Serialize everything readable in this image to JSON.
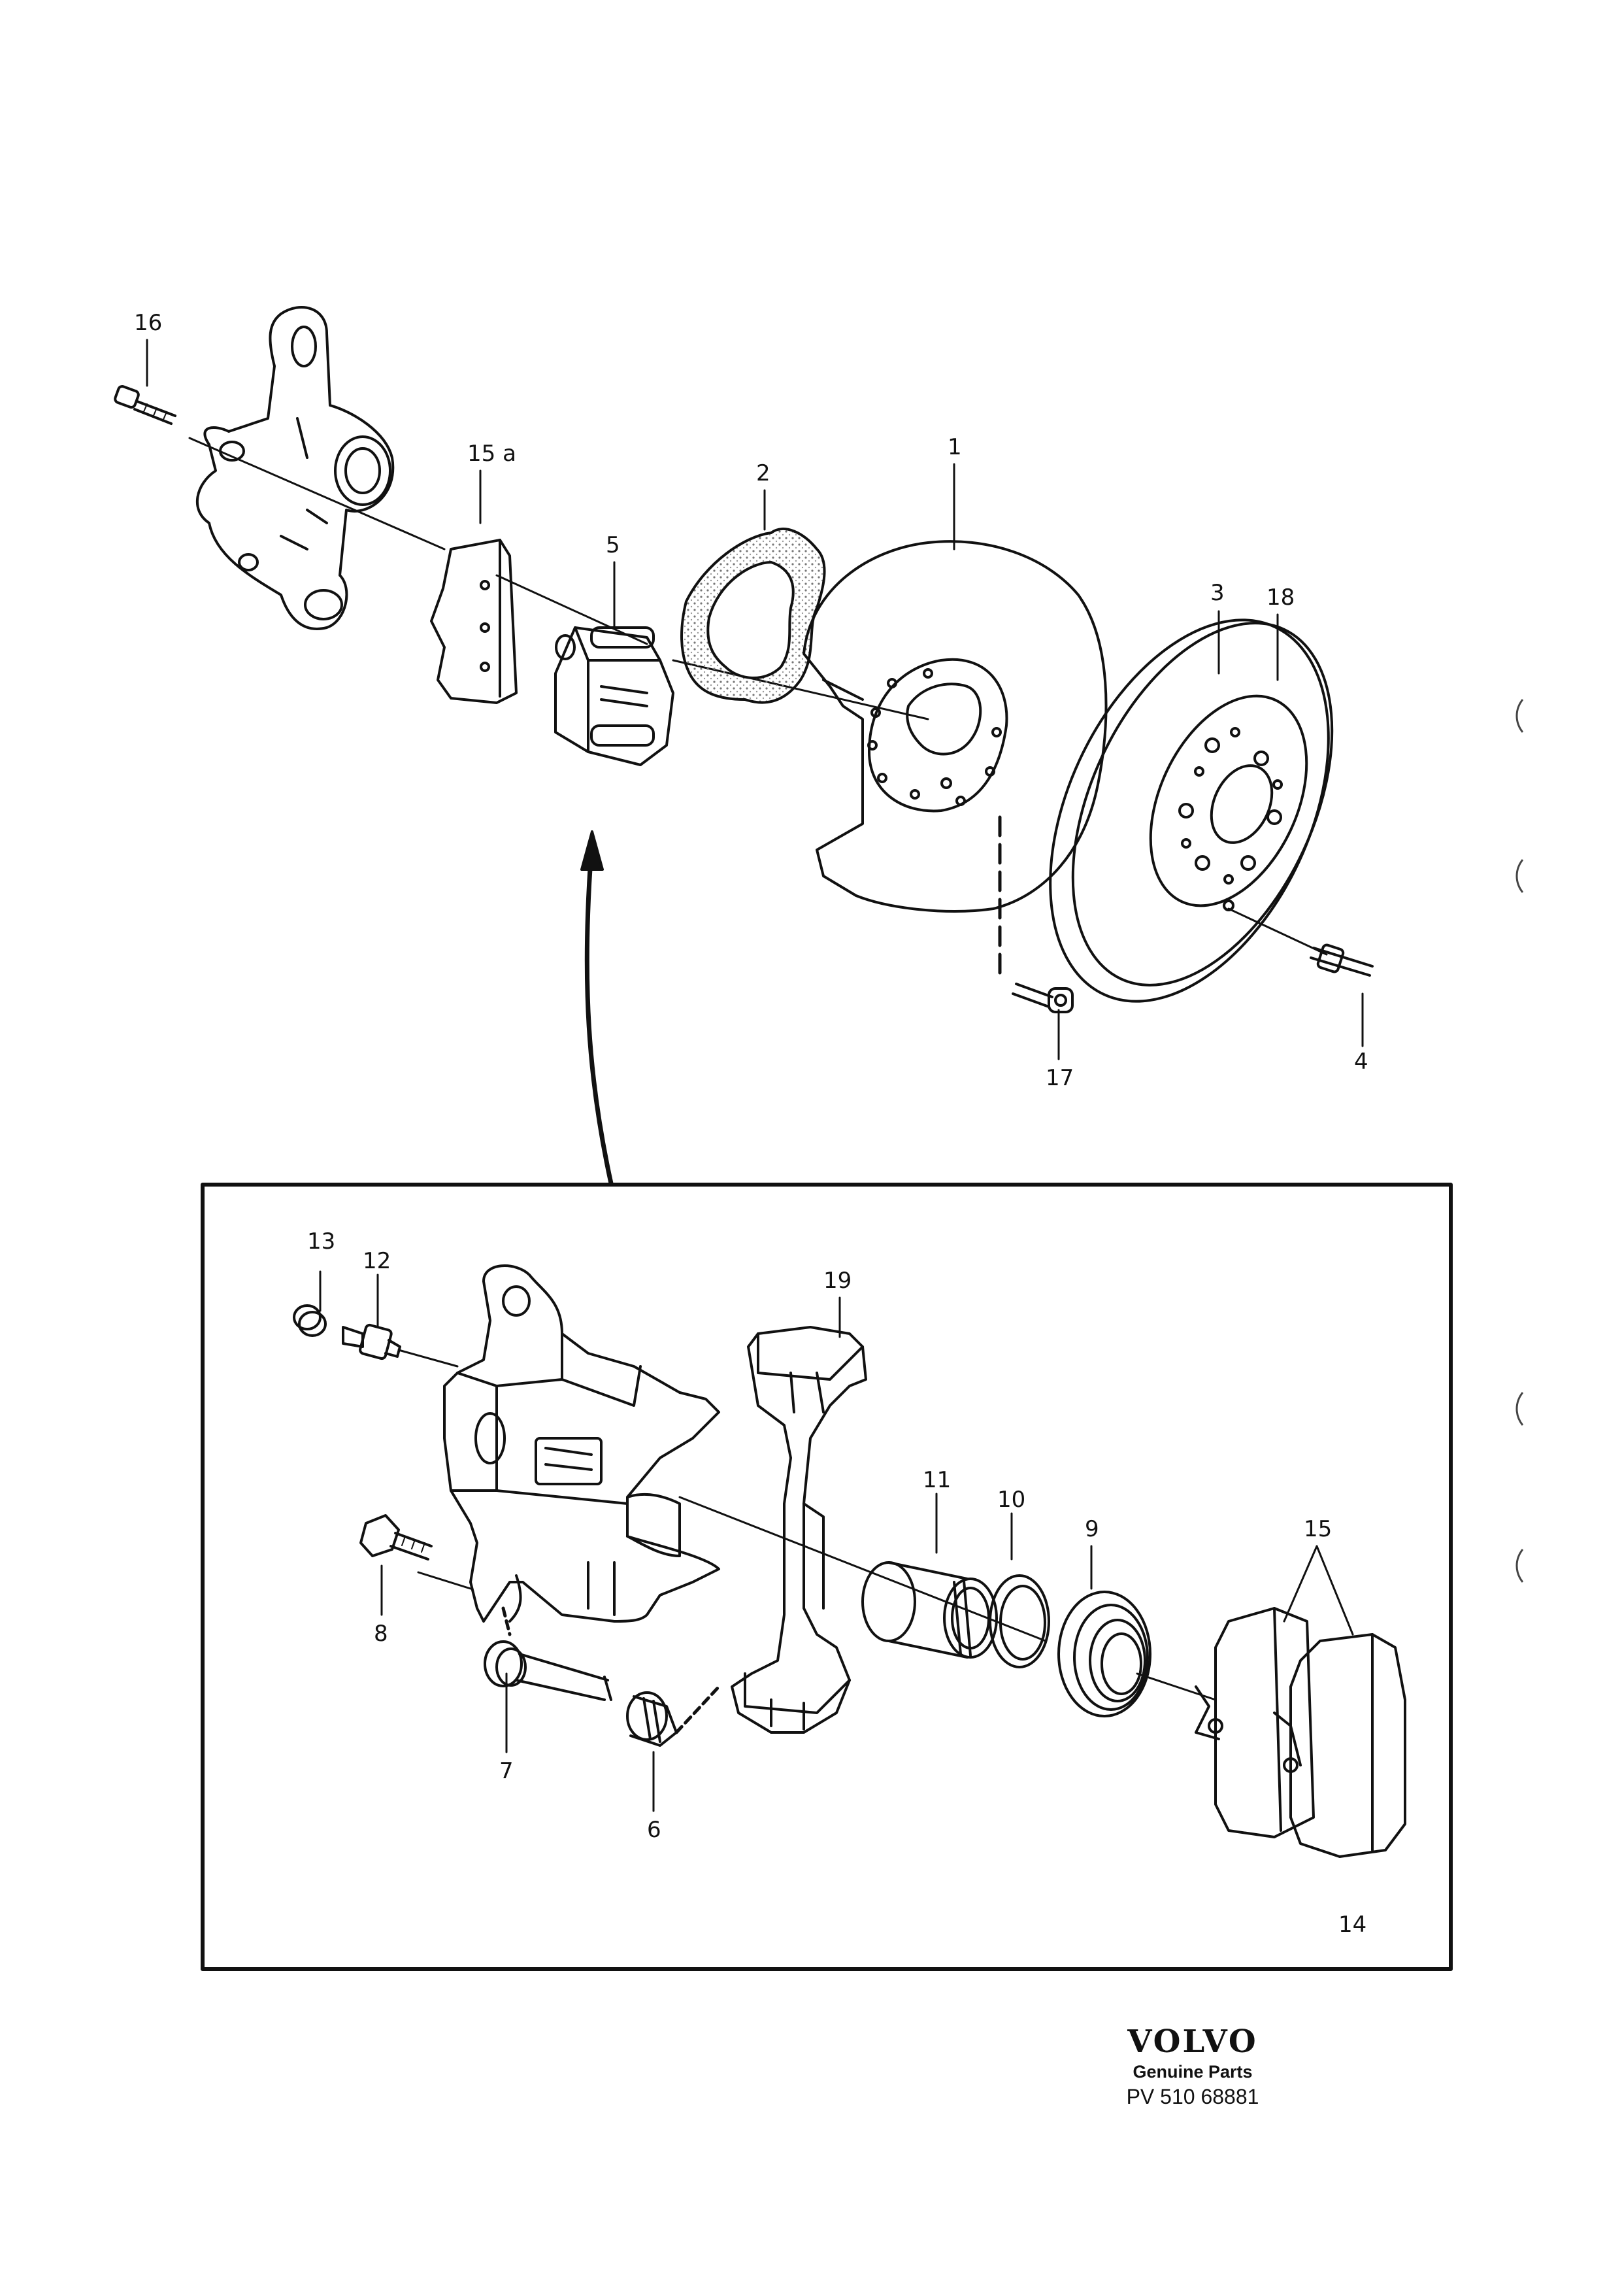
{
  "callouts": {
    "c1": "1",
    "c2": "2",
    "c3": "3",
    "c4": "4",
    "c5": "5",
    "c6": "6",
    "c7": "7",
    "c8": "8",
    "c9": "9",
    "c10": "10",
    "c11": "11",
    "c12": "12",
    "c13": "13",
    "c14": "14",
    "c15": "15",
    "c15a": "15 a",
    "c16": "16",
    "c17": "17",
    "c18": "18",
    "c19": "19"
  },
  "brand": {
    "logo": "VOLVO",
    "subtitle": "Genuine Parts",
    "code": "PV 510 68881"
  },
  "colors": {
    "ink": "#111111",
    "paper": "#ffffff",
    "stipple": "#9a9a9a"
  }
}
